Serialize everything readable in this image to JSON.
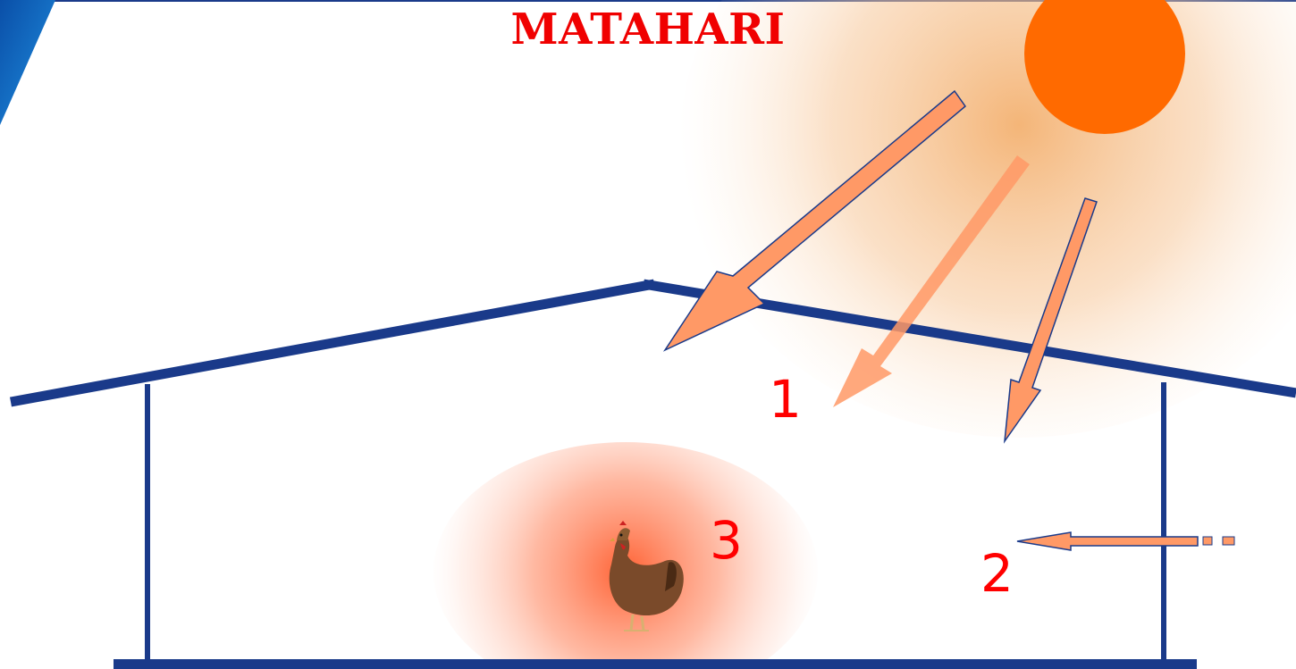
{
  "title": "MATAHARI",
  "labels": {
    "one": "1",
    "two": "2",
    "three": "3"
  },
  "colors": {
    "title": "#f00000",
    "labels": "#ff0000",
    "structure": "#1a3a8a",
    "sun": "#ff6a00",
    "sun_glow": "#f2b06a",
    "arrow_fill": "#ff9966",
    "heat_glow": "#ff5a2a"
  },
  "icons": {
    "sun": "sun-icon",
    "animal": "chicken-icon"
  }
}
